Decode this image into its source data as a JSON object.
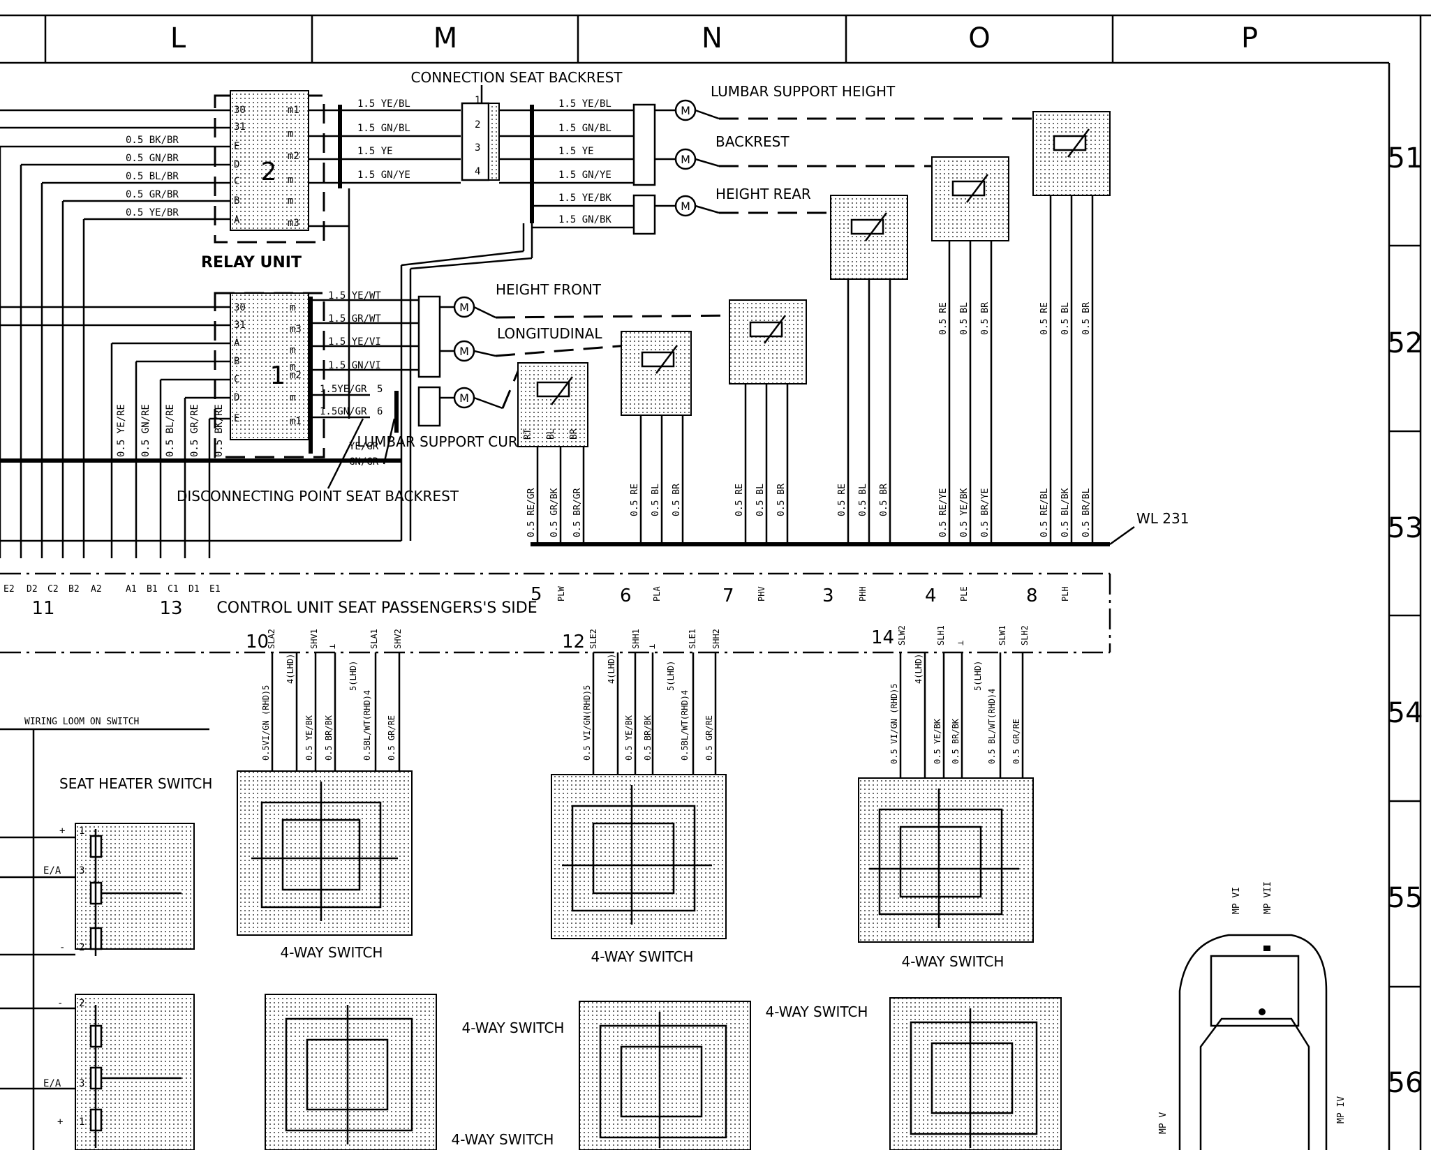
{
  "columns": [
    "L",
    "M",
    "N",
    "O",
    "P"
  ],
  "rows": [
    "51",
    "52",
    "53",
    "54",
    "55",
    "56"
  ],
  "relay_unit": {
    "title": "RELAY UNIT",
    "number": "2",
    "pins_left": [
      "30",
      "31",
      "E",
      "D",
      "C",
      "B",
      "A"
    ],
    "pins_right": [
      "m1",
      "m",
      "m2",
      "m",
      "m",
      "m3"
    ],
    "input_wires": [
      "0.5 BK/BR",
      "0.5 GN/BR",
      "0.5 BL/BR",
      "0.5 GR/BR",
      "0.5 YE/BR"
    ]
  },
  "relay_unit_1": {
    "number": "1",
    "pins_left": [
      "30",
      "31",
      "A",
      "B",
      "C",
      "D",
      "E"
    ],
    "pins_right": [
      "m",
      "m3",
      "m",
      "m",
      "m2",
      "m",
      "m1"
    ],
    "vertical_wires": [
      "0.5 YE/RE",
      "0.5 GN/RE",
      "0.5 BL/RE",
      "0.5 GR/RE",
      "0.5 BK/RE"
    ]
  },
  "connection_seat_backrest": {
    "title": "CONNECTION SEAT BACKREST",
    "left_wires": [
      "1.5 YE/BL",
      "1.5 GN/BL",
      "1.5 YE",
      "1.5 GN/YE"
    ],
    "right_wires": [
      "1.5 YE/BL",
      "1.5 GN/BL",
      "1.5 YE",
      "1.5 GN/YE",
      "1.5 YE/BK",
      "1.5 GN/BK"
    ],
    "pins": [
      "1",
      "2",
      "3",
      "4"
    ]
  },
  "motors": [
    {
      "label": "LUMBAR SUPPORT HEIGHT"
    },
    {
      "label": "BACKREST"
    },
    {
      "label": "HEIGHT REAR"
    },
    {
      "label": "HEIGHT FRONT"
    },
    {
      "label": "LONGITUDINAL"
    },
    {
      "label": "LUMBAR SUPPORT CURVATURE"
    }
  ],
  "motor_symbol": "M",
  "lower_relay_wires": [
    "1.5 YE/WT",
    "1.5 GR/WT",
    "1.5 YE/VI",
    "1.5 GN/VI",
    "1.5YE/GR",
    "1.5GN/GR"
  ],
  "lower_relay_pins": [
    "5",
    "6"
  ],
  "backrest_extra_wires": [
    "YE/GR",
    "GN/GR"
  ],
  "disconnecting_point": "DISCONNECTING POINT SEAT BACKREST",
  "pot_pin_labels": [
    "RT",
    "BL",
    "BR"
  ],
  "pot_wire_sets": [
    [
      "0.5 RE/GR",
      "0.5 GR/BK",
      "0.5 BR/GR"
    ],
    [
      "0.5 RE",
      "0.5 BL",
      "0.5 BR"
    ],
    [
      "0.5 RE",
      "0.5 BL",
      "0.5 BR"
    ],
    [
      "0.5 RE",
      "0.5 BL",
      "0.5 BR"
    ],
    [
      "0.5 RE/YE",
      "0.5 YE/BK",
      "0.5 BR/YE"
    ],
    [
      "0.5 RE/BL",
      "0.5 BL/BK",
      "0.5 BR/BL"
    ]
  ],
  "pot_upper_wires": [
    "0.5 RE",
    "0.5 BL",
    "0.5 BR"
  ],
  "wl_label": "WL 231",
  "control_unit": "CONTROL UNIT SEAT PASSENGERS'S SIDE",
  "connectors_top": [
    {
      "num": "5",
      "code": "PLW"
    },
    {
      "num": "6",
      "code": "PLA"
    },
    {
      "num": "7",
      "code": "PHV"
    },
    {
      "num": "3",
      "code": "PHH"
    },
    {
      "num": "4",
      "code": "PLE"
    },
    {
      "num": "8",
      "code": "PLH"
    }
  ],
  "connector_left_groups": [
    {
      "num": "11",
      "pins": [
        "E2",
        "D2",
        "C2",
        "B2",
        "A2"
      ]
    },
    {
      "num": "13",
      "pins": [
        "A1",
        "B1",
        "C1",
        "D1",
        "E1"
      ]
    }
  ],
  "switch_connectors": [
    {
      "num": "10",
      "pins": [
        "SLA2",
        "SHV1",
        "⊥",
        "SLA1",
        "SHV2"
      ],
      "wires": [
        "0.5VI/GN (RHD)5",
        "4(LHD)",
        "0.5 YE/BK",
        "0.5 BR/BK",
        "5(LHD)",
        "0.5BL/WT(RHD)4",
        "0.5 GR/RE"
      ]
    },
    {
      "num": "12",
      "pins": [
        "SLE2",
        "SHH1",
        "⊥",
        "SLE1",
        "SHH2"
      ],
      "wires": [
        "0.5 VI/GN(RHD)5",
        "4(LHD)",
        "0.5 YE/BK",
        "0.5 BR/BK",
        "5(LHD)",
        "0.5BL/WT(RHD)4",
        "0.5 GR/RE"
      ]
    },
    {
      "num": "14",
      "pins": [
        "SLW2",
        "SLH1",
        "⊥",
        "SLW1",
        "SLH2"
      ],
      "wires": [
        "0.5 VI/GN (RHD)5",
        "4(LHD)",
        "0.5 YE/BK",
        "0.5 BR/BK",
        "5(LHD)",
        "0.5 BL/WT(RHD)4",
        "0.5 GR/RE"
      ]
    }
  ],
  "switch_label": "4-WAY SWITCH",
  "wiring_loom": "WIRING LOOM ON SWITCH",
  "seat_heater_switch": "SEAT HEATER SWITCH",
  "heater_pins": [
    "+",
    "E/A",
    "-"
  ],
  "heater_nums": [
    "1",
    "3",
    "2"
  ],
  "car_labels": [
    "MP VI",
    "MP VII",
    "MP V",
    "MP IV"
  ]
}
